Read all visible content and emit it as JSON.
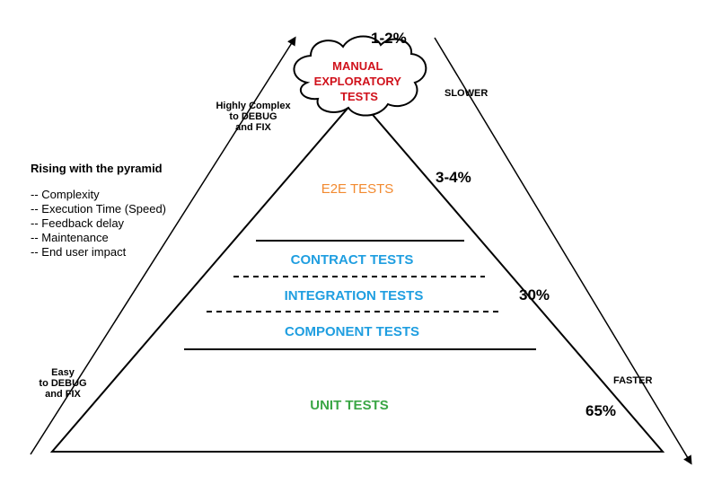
{
  "pyramid": {
    "tiers": {
      "manual": "MANUAL EXPLORATORY TESTS",
      "e2e": "E2E TESTS",
      "contract": "CONTRACT TESTS",
      "integration": "INTEGRATION TESTS",
      "component": "COMPONENT TESTS",
      "unit": "UNIT TESTS"
    },
    "manual_lines": [
      "MANUAL",
      "EXPLORATORY",
      "TESTS"
    ],
    "percentages": {
      "manual": "1-2%",
      "e2e": "3-4%",
      "middle": "30%",
      "unit": "65%"
    }
  },
  "left_arrow": {
    "top_label": "Highly Complex\nto DEBUG\nand FIX",
    "bottom_label": "Easy\nto DEBUG\nand FIX"
  },
  "right_arrow": {
    "top_label": "SLOWER",
    "bottom_label": "FASTER"
  },
  "legend": {
    "title": "Rising with the pyramid",
    "items": [
      "-- Complexity",
      "-- Execution Time (Speed)",
      "-- Feedback delay",
      "-- Maintenance",
      "-- End user impact"
    ]
  },
  "colors": {
    "manual": "#d0111b",
    "e2e": "#f28a30",
    "blue": "#1f9ee0",
    "unit": "#3aa645",
    "line": "#000000"
  }
}
